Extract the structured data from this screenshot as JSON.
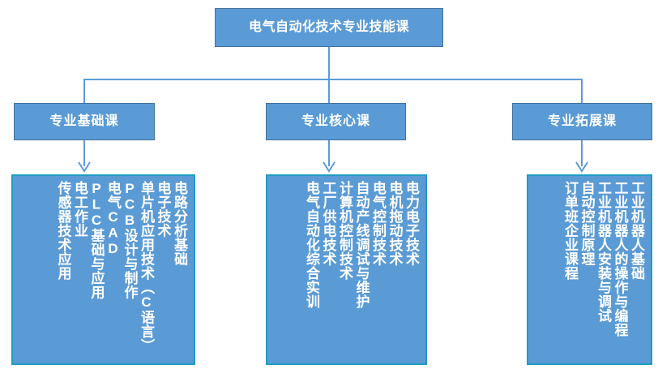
{
  "diagram": {
    "title": "电气自动化技术专业技能课",
    "type": "organizational-tree",
    "colors": {
      "node_fill": "#5B9BD5",
      "node_border": "#41719C",
      "leafbox_border": "#1F9BC4",
      "connector": "#5B9BD5",
      "text": "#FFFFFF",
      "background": "#FFFFFF"
    },
    "branches": [
      {
        "id": "basic",
        "label": "专业基础课",
        "courses": [
          "电路分析基础",
          "电子技术",
          "单片机应用技术（C语言）",
          "PCB设计与制作",
          "电气CAD",
          "PLC基础与应用",
          "电工作业",
          "传感器技术应用"
        ]
      },
      {
        "id": "core",
        "label": "专业核心课",
        "courses": [
          "电力电子技术",
          "电机拖动技术",
          "电气控制技术",
          "自动产线调试与维护",
          "计算机控制技术",
          "工厂供电技术",
          "电气自动化综合实训"
        ]
      },
      {
        "id": "extension",
        "label": "专业拓展课",
        "courses": [
          "工业机器人基础",
          "工业机器人的操作与编程",
          "工业机器人安装与调试",
          "自动控制原理",
          "订单班企业课程"
        ]
      }
    ]
  }
}
